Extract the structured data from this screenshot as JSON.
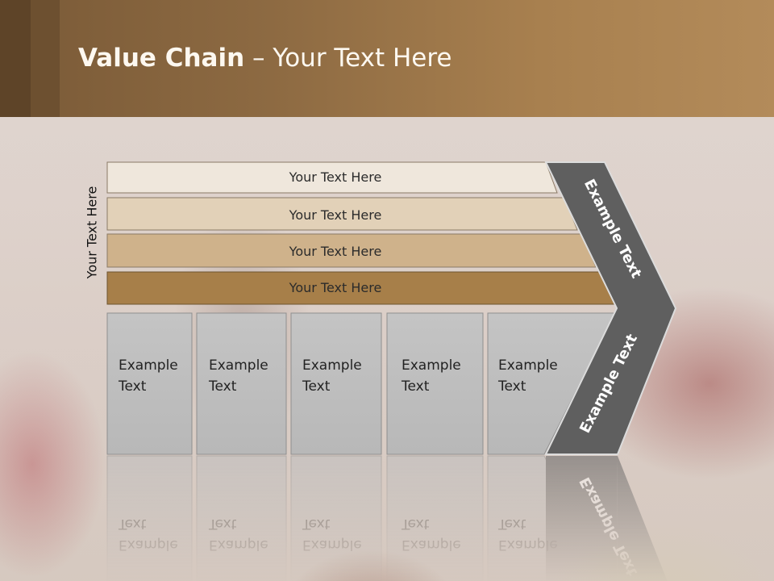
{
  "slide": {
    "title_bold": "Value Chain",
    "title_rest": " – Your Text Here",
    "side_label": "Your Text Here",
    "bars": [
      {
        "label": "Your Text Here",
        "color": "#efe7dc"
      },
      {
        "label": "Your Text Here",
        "color": "#e2d1b8"
      },
      {
        "label": "Your Text Here",
        "color": "#cfb28b"
      },
      {
        "label": "Your Text Here",
        "color": "#a77f49"
      }
    ],
    "boxes": [
      {
        "line1": "Example",
        "line2": "Text"
      },
      {
        "line1": "Example",
        "line2": "Text"
      },
      {
        "line1": "Example",
        "line2": "Text"
      },
      {
        "line1": "Example",
        "line2": "Text"
      },
      {
        "line1": "Example",
        "line2": "Text"
      }
    ],
    "chevron_top_label": "Example Text",
    "chevron_bottom_label": "Example Text",
    "colors": {
      "chevron": "#5f5f5f",
      "box": "#bcbcbc",
      "header": "#8d6a42"
    }
  }
}
